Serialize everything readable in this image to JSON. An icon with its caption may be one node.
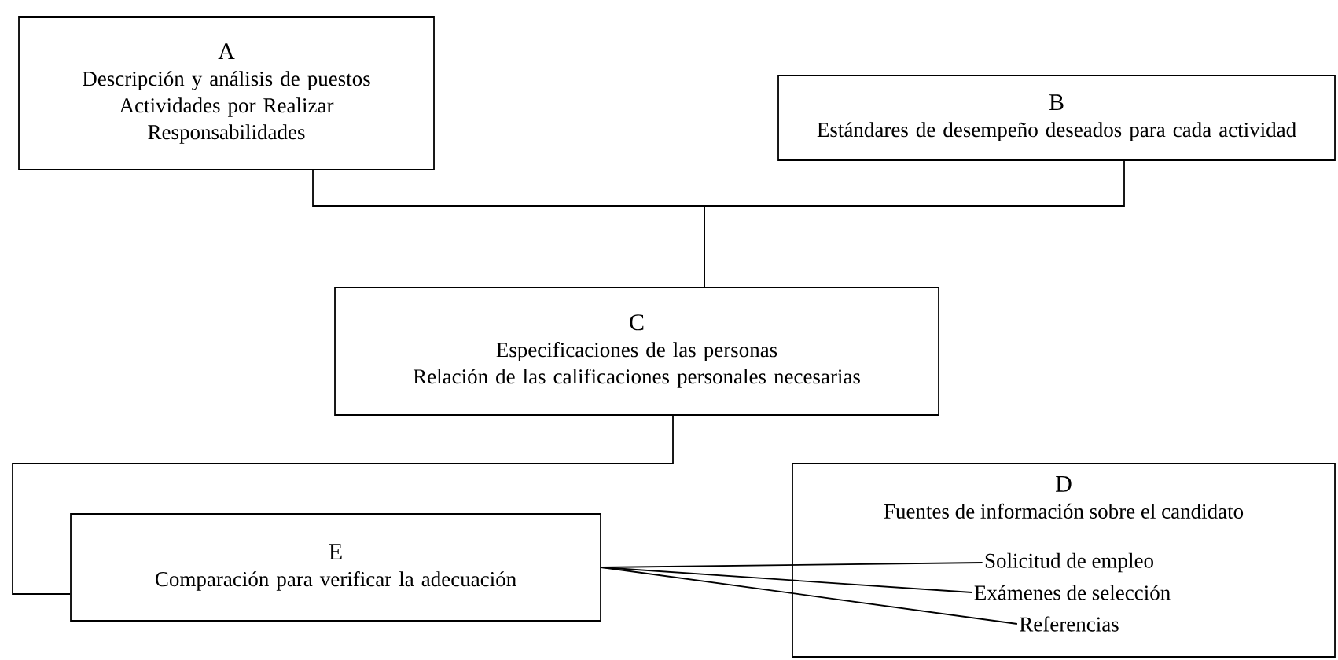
{
  "diagram": {
    "nodes": [
      {
        "text": [
          "A",
          "Descripción y análisis de puestos",
          "Actividades por Realizar",
          "Responsabilidades"
        ]
      },
      {
        "text": [
          "B",
          "Estándares de desempeño deseados para cada actividad"
        ]
      },
      {
        "text": [
          "C",
          "Especificaciones de las personas",
          "Relación de las calificaciones personales necesarias"
        ]
      },
      {
        "text": [
          "E",
          "Comparación para verificar la adecuación"
        ]
      },
      {
        "text": [
          "D",
          "Fuentes de información sobre el candidato"
        ]
      },
      {
        "text": [
          "Solicitud de empleo"
        ],
        "in": 4
      },
      {
        "text": [
          "Exámenes de selección"
        ],
        "in": 4
      },
      {
        "text": [
          "Referencias"
        ],
        "in": 4
      }
    ],
    "edges": [
      {
        "from": 0,
        "to": 2,
        "arrow": "none"
      },
      {
        "from": 1,
        "to": 2,
        "arrow": "none"
      },
      {
        "from": 2,
        "to": 3,
        "arrow": "none"
      },
      {
        "from": 3,
        "to": 5,
        "arrow": "none"
      },
      {
        "from": 3,
        "to": 6,
        "arrow": "none"
      },
      {
        "from": 3,
        "to": 7,
        "arrow": "none"
      }
    ]
  }
}
